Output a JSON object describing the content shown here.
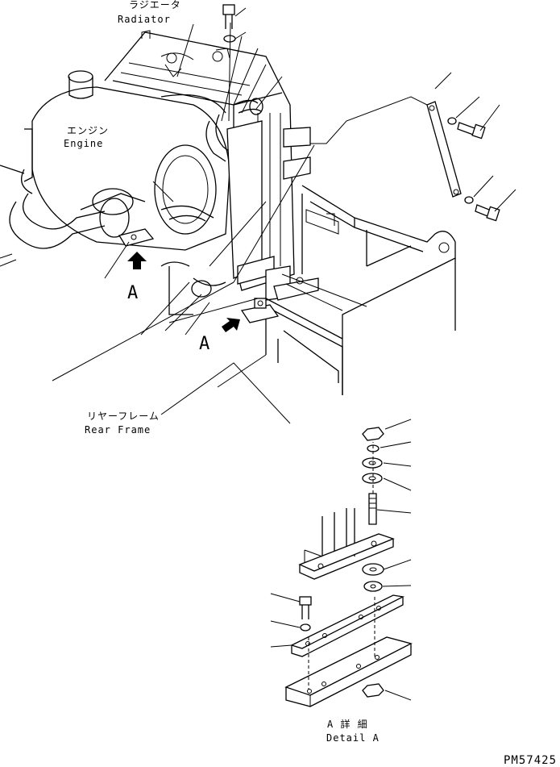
{
  "labels": {
    "radiator_jp": "ラジエータ",
    "radiator_en": "Radiator",
    "engine_jp": "エンジン",
    "engine_en": "Engine",
    "rear_frame_jp": "リヤーフレーム",
    "rear_frame_en": "Rear Frame",
    "view_marker_1": "A",
    "view_marker_2": "A",
    "detail_jp": "A 詳 細",
    "detail_en": "Detail A",
    "drawing_number": "PM57425"
  },
  "colors": {
    "line": "#000000",
    "background": "#ffffff"
  }
}
